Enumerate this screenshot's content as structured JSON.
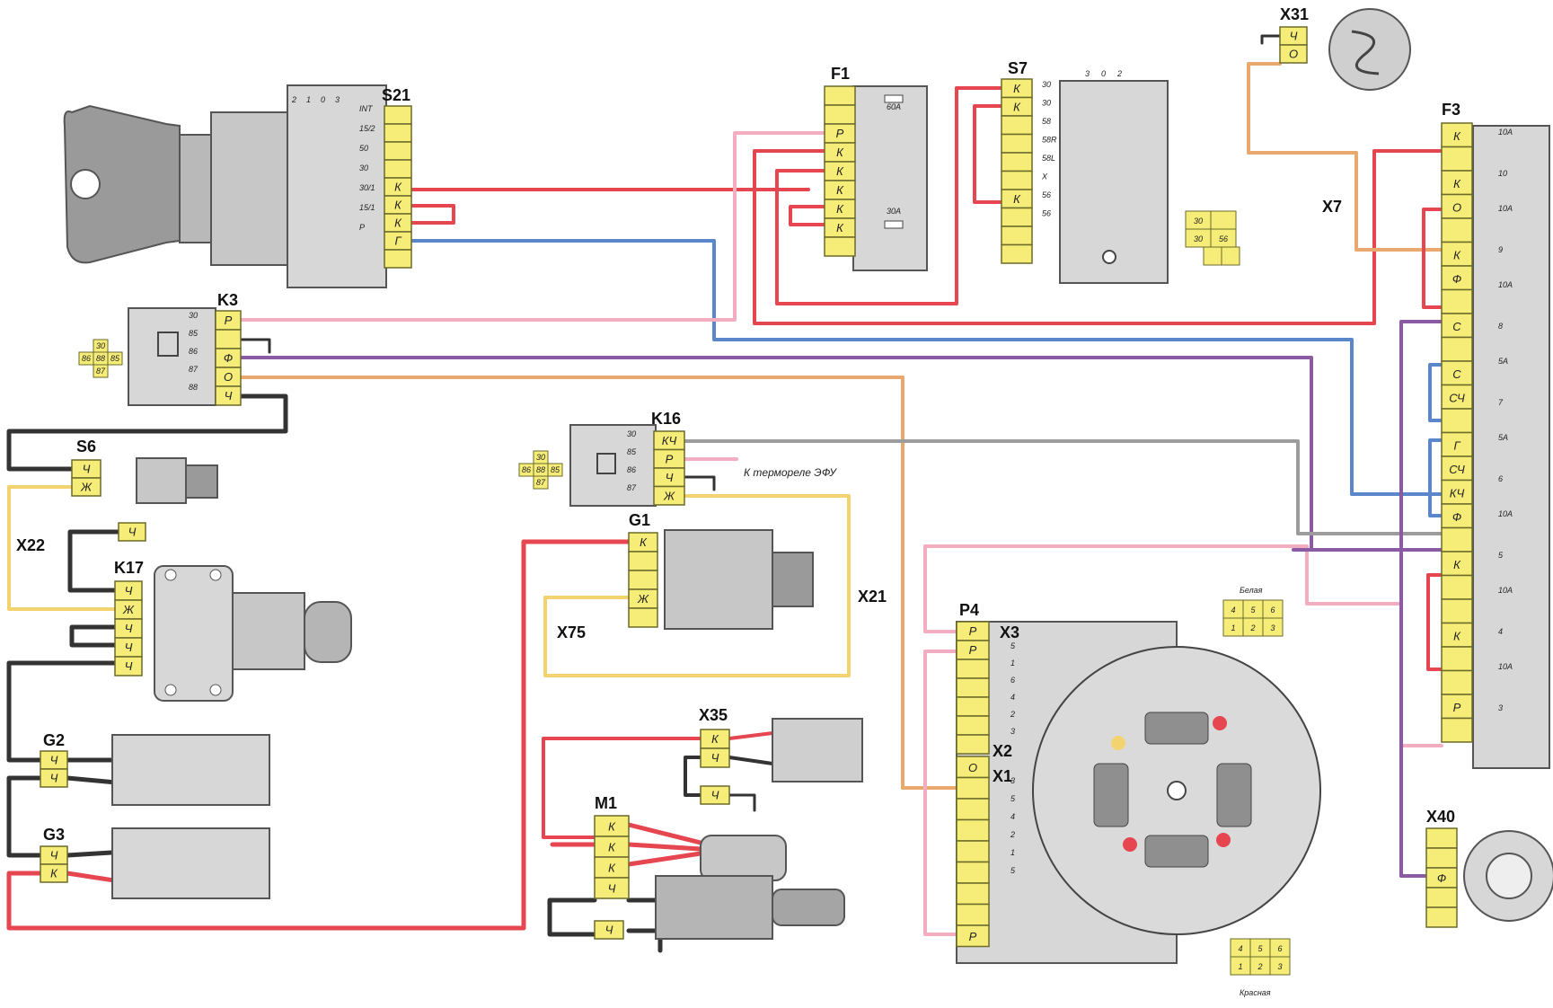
{
  "colors": {
    "red": "#e5464f",
    "pink": "#f2aec0",
    "blue": "#5b86c9",
    "purple": "#8a5aa3",
    "orange": "#e9a86d",
    "grey": "#9c9c9c",
    "black": "#333333",
    "yellow": "#f3d36f",
    "connector": "#f6ec78",
    "body": "#cfcfcf",
    "bodyDark": "#9a9a9a"
  },
  "labels": {
    "s21": "S21",
    "f1": "F1",
    "s7": "S7",
    "x31": "X31",
    "f3": "F3",
    "x7": "X7",
    "k3": "K3",
    "k16": "K16",
    "k16_note": "К термореле ЭФУ",
    "s6": "S6",
    "x22": "X22",
    "k17": "K17",
    "g1": "G1",
    "x75": "X75",
    "x21": "X21",
    "p4": "P4",
    "x3": "X3",
    "x2": "X2",
    "x1": "X1",
    "x35": "X35",
    "m1": "M1",
    "g2": "G2",
    "g3": "G3",
    "x40": "X40",
    "white_block": "Белая",
    "red_block": "Красная"
  },
  "pins": {
    "s21": [
      "",
      "",
      "",
      "",
      "К",
      "К",
      "К",
      "Г",
      ""
    ],
    "s21_terms": [
      "INT",
      "15/2",
      "50",
      "30",
      "30/1",
      "15/1",
      "P"
    ],
    "s21_top": [
      "2",
      "1",
      "0",
      "3"
    ],
    "f1": [
      "",
      "",
      "Р",
      "К",
      "К",
      "К",
      "К",
      "К",
      ""
    ],
    "f1_fuses": [
      "60A",
      "30A"
    ],
    "s7": [
      "К",
      "К",
      "",
      "",
      "",
      "",
      "К",
      "",
      "",
      ""
    ],
    "s7_terms": [
      "30",
      "30",
      "58",
      "58R",
      "58L",
      "X",
      "56",
      "56"
    ],
    "s7_top": [
      "3",
      "0",
      "2"
    ],
    "x31": [
      "Ч",
      "О"
    ],
    "k3": [
      "Р",
      "",
      "Ф",
      "О",
      "Ч"
    ],
    "k3_terms": [
      "30",
      "85",
      "86",
      "87",
      "88"
    ],
    "k16": [
      "КЧ",
      "Р",
      "Ч",
      "Ж"
    ],
    "k16_terms": [
      "30",
      "85",
      "86",
      "87"
    ],
    "s6": [
      "Ч",
      "Ж"
    ],
    "k17_top": [
      "Ч"
    ],
    "k17": [
      "Ч",
      "Ж",
      "Ч",
      "Ч",
      "Ч"
    ],
    "g1": [
      "К",
      "",
      "",
      "Ж",
      ""
    ],
    "x35": [
      "К",
      "Ч"
    ],
    "x35_ground": [
      "Ч"
    ],
    "m1": [
      "К",
      "К",
      "К",
      "Ч"
    ],
    "m1_ground": [
      "Ч"
    ],
    "g2": [
      "Ч",
      "Ч"
    ],
    "g3": [
      "Ч",
      "К"
    ],
    "f3": [
      "К",
      "",
      "К",
      "О",
      "",
      "К",
      "Ф",
      "",
      "С",
      "",
      "С",
      "СЧ",
      "",
      "Г",
      "СЧ",
      "КЧ",
      "Ф",
      "",
      "К",
      "",
      "",
      "К",
      "",
      "",
      "Р",
      ""
    ],
    "f3_fuses": [
      "10A",
      "10A",
      "10A",
      "5A",
      "5A",
      "10A",
      "10A",
      "10A"
    ],
    "f3_numbers": [
      "10",
      "9",
      "8",
      "7",
      "6",
      "5",
      "4",
      "3"
    ],
    "x40": [
      "",
      "",
      "Ф",
      "",
      ""
    ],
    "p4_top": [
      "Р",
      "Р",
      "",
      "",
      "",
      "",
      ""
    ],
    "p4_mid": [
      "О",
      "",
      "",
      "",
      "",
      "",
      "",
      "",
      "Р"
    ],
    "p4_numbers_top": [
      "5",
      "1",
      "6",
      "4",
      "2",
      "3"
    ],
    "p4_numbers_bottom": [
      "3",
      "5",
      "4",
      "2",
      "1",
      "5"
    ],
    "relay_block_terms": [
      "30",
      "86",
      "88",
      "85",
      "87"
    ],
    "sw_block_terms": [
      "30",
      "30",
      "56"
    ],
    "six_pin": [
      "4",
      "5",
      "6",
      "1",
      "2",
      "3"
    ]
  }
}
